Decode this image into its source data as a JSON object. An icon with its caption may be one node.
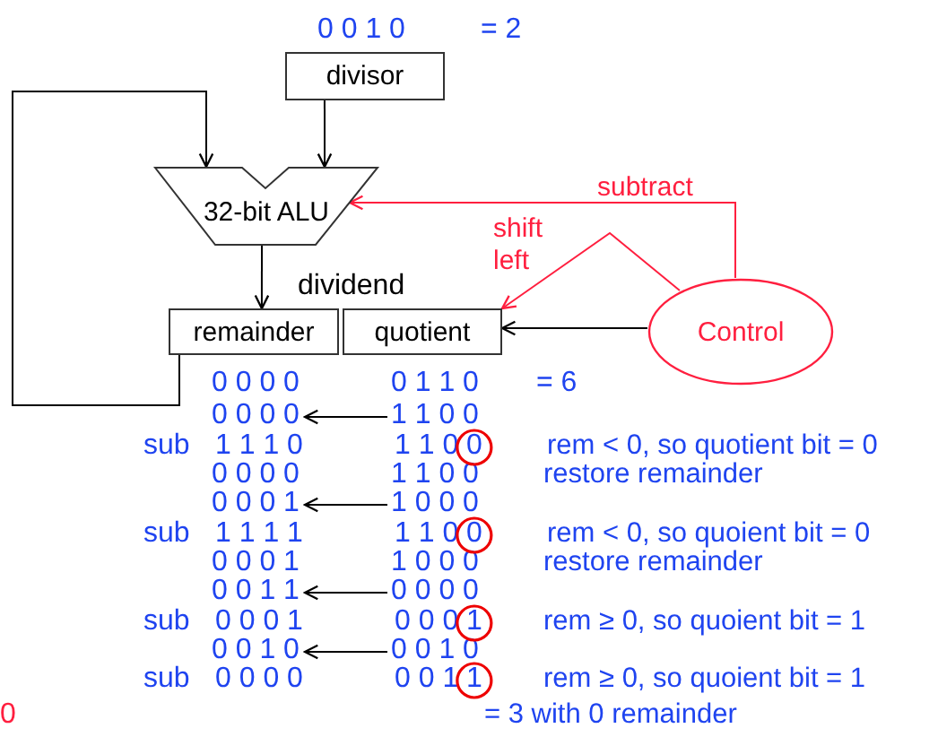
{
  "diagram": {
    "nodes": [
      {
        "text": [
          "divisor"
        ],
        "beside": [
          "0 0 1 0",
          "= 2"
        ]
      },
      {
        "text": [
          "32-bit ALU"
        ]
      },
      {
        "text": [
          "remainder"
        ]
      },
      {
        "text": [
          "quotient"
        ]
      },
      {
        "text": [
          "Control"
        ]
      }
    ],
    "edges": [
      {
        "from": 0,
        "to": 1,
        "arrow": "to"
      },
      {
        "from": 2,
        "to": 1,
        "arrow": "to"
      },
      {
        "from": 1,
        "to": 2,
        "arrow": "to"
      },
      {
        "from": 4,
        "to": 1,
        "arrow": "to",
        "label": "subtract",
        "color": "#ff1f3f"
      },
      {
        "from": 4,
        "to": 3,
        "arrow": "to",
        "label": "shift left",
        "color": "#ff1f3f"
      },
      {
        "from": 4,
        "to": 3,
        "arrow": "to"
      }
    ],
    "labels": [
      "dividend",
      "0 0 0 0",
      "0 1 1 0",
      "= 6",
      "0 0 0 0",
      "1 1 0 0",
      "sub",
      "1 1 1 0",
      "1 1 0 0",
      "rem < 0, so quotient bit = 0",
      "0 0 0 0",
      "1 1 0 0",
      "restore remainder",
      "0 0 0 1",
      "1 0 0 0",
      "sub",
      "1 1 1 1",
      "1 1 0 0",
      "rem < 0, so quoient bit = 0",
      "0 0 0 1",
      "1 0 0 0",
      "restore remainder",
      "0 0 1 1",
      "0 0 0 0",
      "sub",
      "0 0 0 1",
      "0 0 0 1",
      "rem ≥ 0, so quoient bit = 1",
      "0 0 1 0",
      "0 0 1 0",
      "sub",
      "0 0 0 0",
      "0 0 1 1",
      "rem ≥ 0, so quoient bit = 1",
      "0",
      "= 3 with 0 remainder"
    ]
  }
}
